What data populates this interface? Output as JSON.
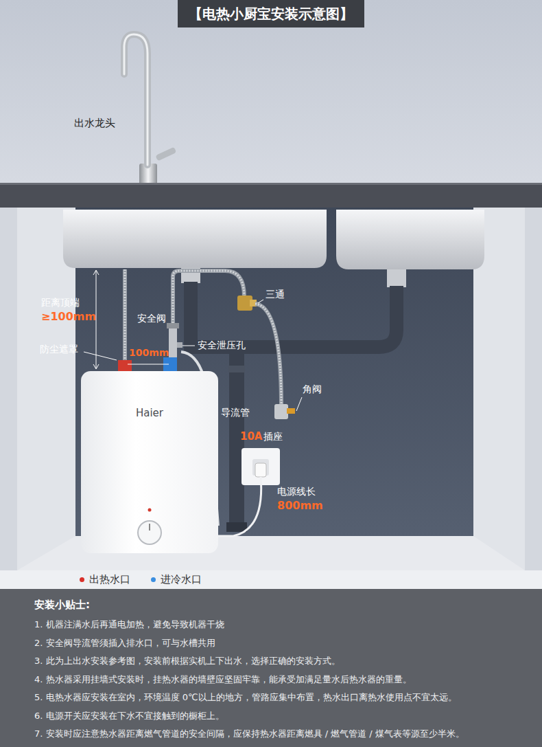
{
  "diagram": {
    "title": "【电热小厨宝安装示意图】",
    "nodes": [
      {
        "text": [
          "Haier"
        ]
      },
      {
        "text": [
          "安装小贴士:",
          "1. 机器注满水后再通电加热，避免导致机器干烧",
          "2. 安全阀导流管须插入排水口，可与水槽共用",
          "3. 此为上出水安装参考图，安装前根据实机上下出水，选择正确的安装方式。",
          "4. 热水器采用挂墙式安装时，挂热水器的墙壁应坚固牢靠，能承受加满足量水后热水器的重量。",
          "5. 电热水器应安装在室内，环境温度 0℃以上的地方，管路应集中布置，热水出口离热水使用点不宜太远。",
          "6. 电源开关应安装在下水不宜接触到的橱柜上。",
          "7. 安装时应注意热水器距离燃气管道的安全间隔，应保持热水器距离燃具 / 燃气管道 / 煤气表等源至少半米。"
        ]
      }
    ],
    "labels": [
      "出水龙头",
      "距离顶端",
      "≥100mm",
      "安全阀",
      "防尘遮罩",
      "100mm",
      "安全泄压孔",
      "三通",
      "角阀",
      "导流管",
      "10A",
      "插座",
      "电源线长",
      "800mm"
    ],
    "legend": [
      {
        "text": "出热水口",
        "color": "#d9302a"
      },
      {
        "text": "进冷水口",
        "color": "#3a8ee0"
      }
    ]
  }
}
